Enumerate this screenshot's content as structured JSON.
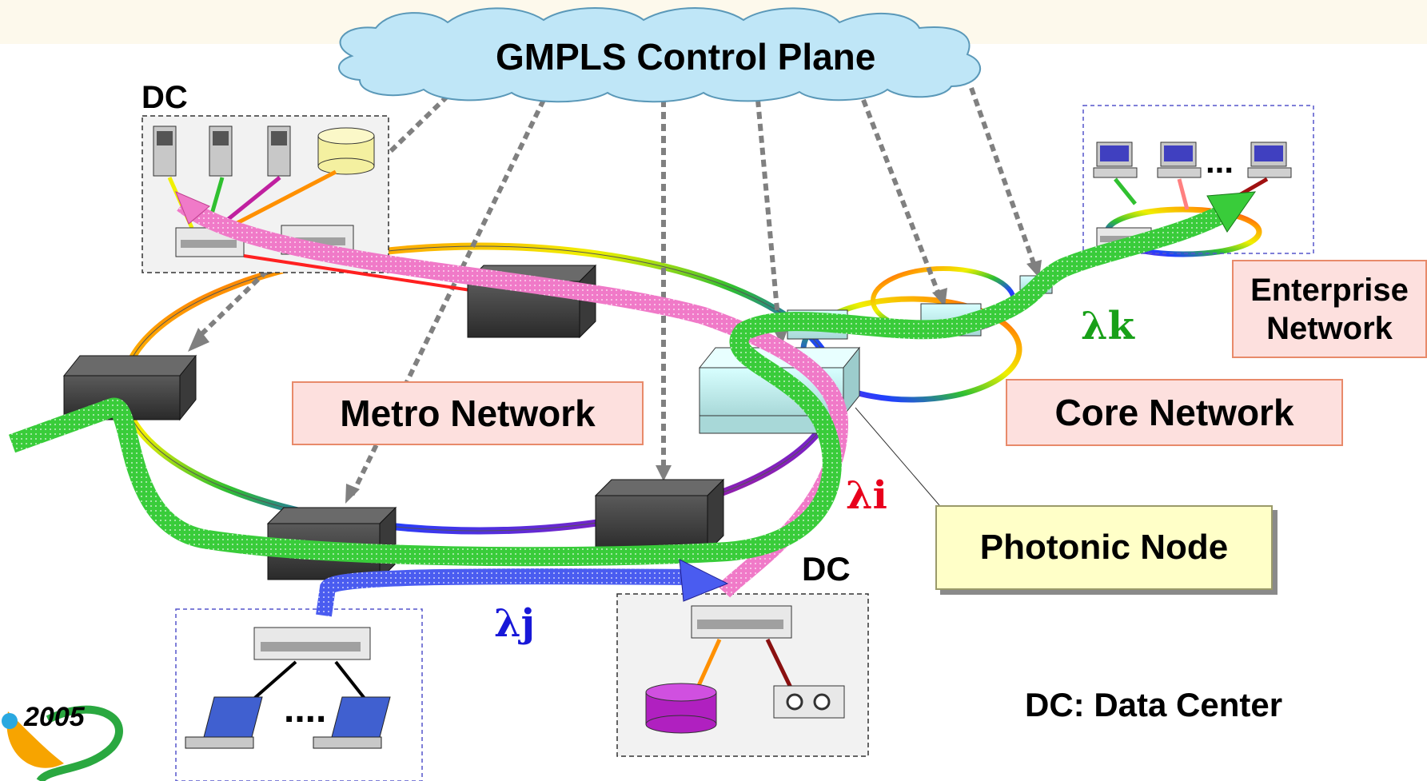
{
  "cloud_label": "GMPLS Control Plane",
  "metro_label": "Metro Network",
  "core_label": "Core Network",
  "enterprise_label": "Enterprise Network",
  "photonic_label": "Photonic Node",
  "dc_label_top": "DC",
  "dc_label_bottom": "DC",
  "legend": "DC: Data Center",
  "lambda_i": "λi",
  "lambda_j": "λj",
  "lambda_k": "λk",
  "dots": "....",
  "dots_enterprise": "...",
  "logo_year": "2005",
  "colors": {
    "cloud": "#bfe6f7",
    "green_path": "#39cc3a",
    "pink_path": "#f07ac8",
    "blue_path": "#4a5cf0",
    "lambda_i": "#e8001c",
    "lambda_j": "#1818d8",
    "lambda_k": "#18a018"
  }
}
